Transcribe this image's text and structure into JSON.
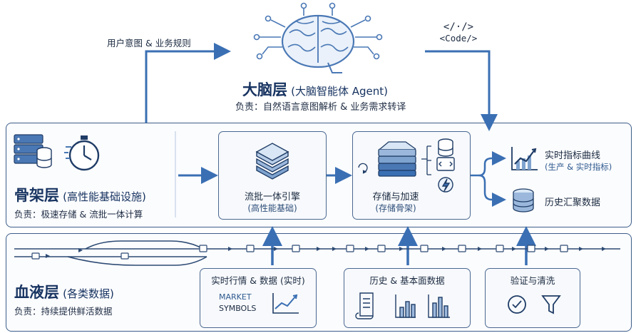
{
  "top": {
    "user_intent": "用户意图 & 业务规则",
    "code_symbol": "</·/>",
    "code_label": "<Code/>"
  },
  "brain": {
    "title": "大脑层",
    "subtitle": "(大脑智能体 Agent)",
    "responsibility": "负责：自然语言意图解析 & 业务需求转译"
  },
  "skeleton": {
    "title": "骨架层",
    "subtitle": "(高性能基础设施)",
    "responsibility": "负责：极速存储 & 流批一体计算",
    "engine_label": "流批一体引擎",
    "engine_sub": "(高性能基础)",
    "storage_label": "存储与加速",
    "storage_sub": "(存储骨架)",
    "output_realtime": "实时指标曲线",
    "output_realtime_sub": "(生产 & 实时指标)",
    "output_history": "历史汇聚数据"
  },
  "blood": {
    "title": "血液层",
    "subtitle": "(各类数据)",
    "responsibility": "负责：持续提供鲜活数据",
    "source1_title": "实时行情 & 数据 (实时)",
    "source1_market": "MARKET",
    "source1_symbols": "SYMBOLS",
    "source2_title": "历史 & 基本面数据",
    "source3_title": "验证与清洗"
  },
  "colors": {
    "primary": "#183461",
    "accent": "#3a6fb3",
    "border": "#3d5d8a"
  }
}
